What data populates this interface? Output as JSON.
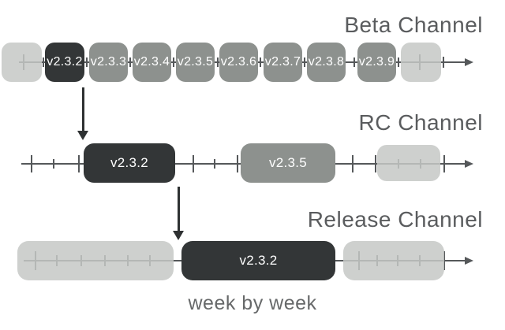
{
  "diagram": {
    "caption": "week by week",
    "colors": {
      "dark_box": "#333637",
      "mid_box": "#8d918e",
      "light_box": "#c7cac8",
      "line": "#55585a",
      "title_text": "#5a5c5e",
      "caption_text": "#67696a",
      "box_label_text": "#ffffff"
    },
    "channels": [
      {
        "title": "Beta Channel",
        "boxes": [
          {
            "label": "",
            "variant": "light"
          },
          {
            "label": "v2.3.2",
            "variant": "dark"
          },
          {
            "label": "v2.3.3",
            "variant": "mid"
          },
          {
            "label": "v2.3.4",
            "variant": "mid"
          },
          {
            "label": "v2.3.5",
            "variant": "mid"
          },
          {
            "label": "v2.3.6",
            "variant": "mid"
          },
          {
            "label": "v2.3.7",
            "variant": "mid"
          },
          {
            "label": "v2.3.8",
            "variant": "mid"
          },
          {
            "label": "v2.3.9",
            "variant": "mid"
          },
          {
            "label": "",
            "variant": "light"
          }
        ]
      },
      {
        "title": "RC Channel",
        "boxes": [
          {
            "label": "v2.3.2",
            "variant": "dark"
          },
          {
            "label": "v2.3.5",
            "variant": "mid"
          },
          {
            "label": "",
            "variant": "light"
          }
        ]
      },
      {
        "title": "Release Channel",
        "boxes": [
          {
            "label": "",
            "variant": "light"
          },
          {
            "label": "v2.3.2",
            "variant": "dark"
          },
          {
            "label": "",
            "variant": "light"
          }
        ]
      }
    ]
  }
}
